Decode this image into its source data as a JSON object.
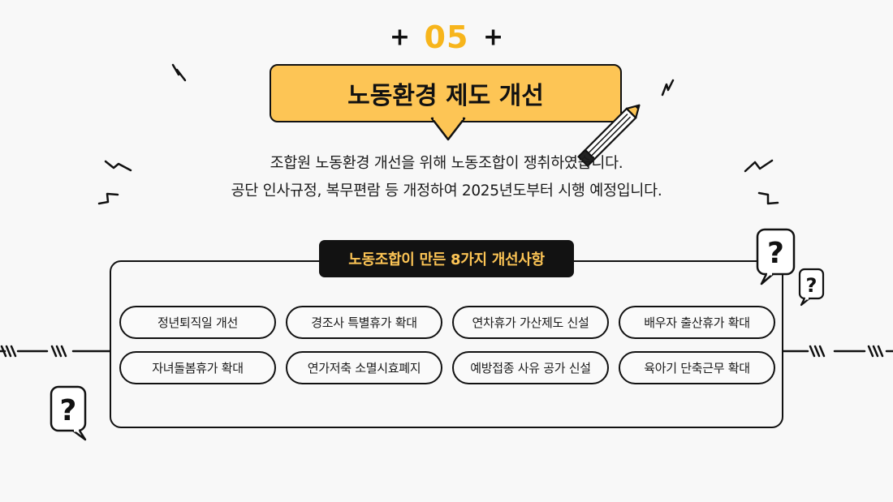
{
  "section": {
    "number": "05",
    "plus_left": "+",
    "plus_right": "+",
    "title": "노동환경 제도 개선"
  },
  "description": {
    "line1": "조합원 노동환경 개선을 위해 노동조합이 쟁취하였습니다.",
    "line2": "공단 인사규정, 복무편람 등 개정하여 2025년도부터 시행 예정입니다."
  },
  "panel": {
    "header": "노동조합이 만든 8가지 개선사항",
    "items": [
      "정년퇴직일 개선",
      "경조사 특별휴가 확대",
      "연차휴가 가산제도 신설",
      "배우자 출산휴가 확대",
      "자녀돌봄휴가 확대",
      "연가저축 소멸시효폐지",
      "예방접종 사유 공가 신설",
      "육아기 단축근무 확대"
    ]
  },
  "decor": {
    "question_mark": "?",
    "icons": [
      "pencil-icon",
      "question-bubble-icon",
      "zigzag-icon"
    ]
  },
  "colors": {
    "accent_yellow": "#fdc555",
    "number_yellow": "#f7b51c",
    "ink": "#111111",
    "background": "#f8f8f8"
  }
}
